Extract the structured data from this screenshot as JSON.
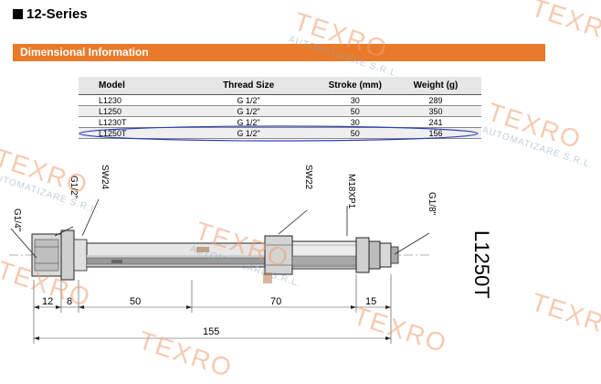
{
  "header": {
    "title": "12-Series"
  },
  "banner": {
    "label": "Dimensional Information"
  },
  "table": {
    "columns": [
      "Model",
      "Thread Size",
      "Stroke (mm)",
      "Weight (g)"
    ],
    "rows": [
      [
        "L1230",
        "G 1/2\"",
        "30",
        "289"
      ],
      [
        "L1250",
        "G 1/2\"",
        "50",
        "350"
      ],
      [
        "L1230T",
        "G 1/2\"",
        "30",
        "241"
      ],
      [
        "L1250T",
        "G 1/2\"",
        "50",
        "156"
      ]
    ]
  },
  "drawing": {
    "labels": {
      "g14": "G1/4\"",
      "g12": "G1/2\"",
      "sw24": "SW24",
      "sw22": "SW22",
      "m18": "M18XP1",
      "g18": "G1/8\"",
      "model": "L1250T"
    },
    "dims": {
      "d12": "12",
      "d8": "8",
      "d50": "50",
      "d70": "70",
      "d15": "15",
      "d155": "155"
    }
  },
  "watermark": {
    "brand": "TEXRO",
    "sub": "AUTOMATIZARE S.R.L."
  },
  "colors": {
    "banner": "#e87a2a",
    "highlight": "#2a3fb5",
    "watermark": "#f0a070"
  }
}
